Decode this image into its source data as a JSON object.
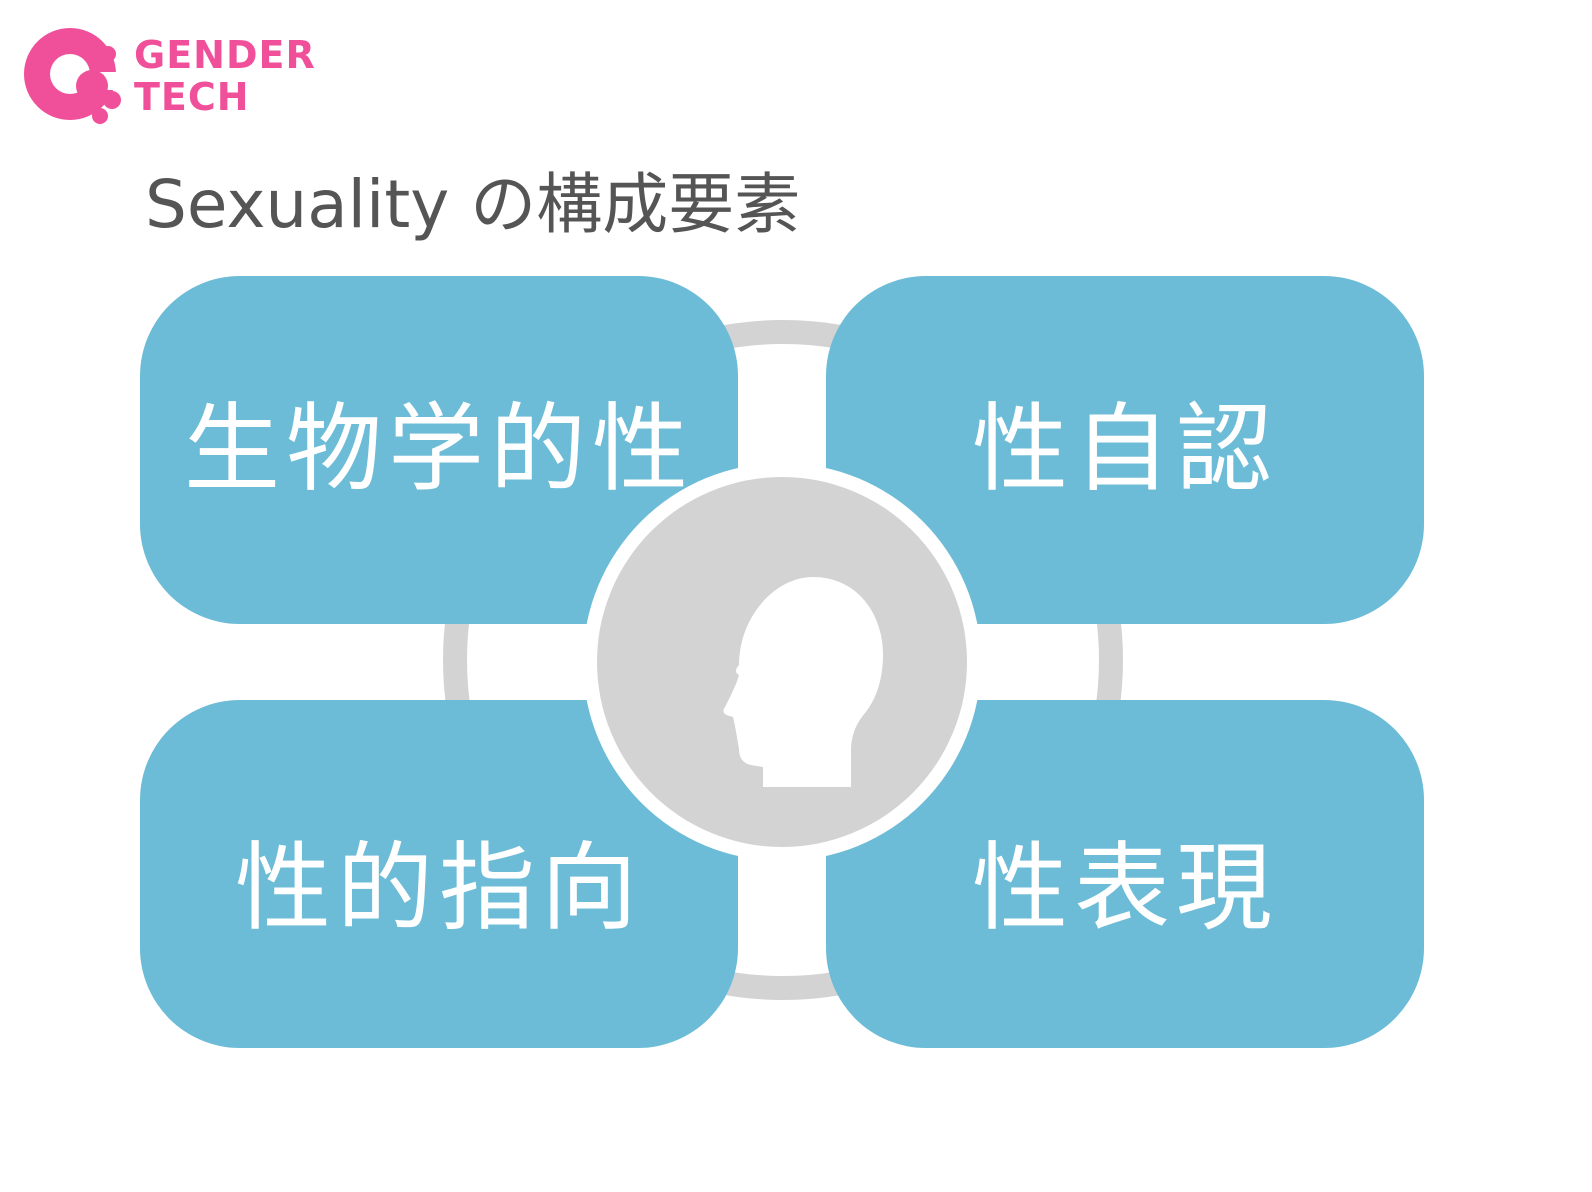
{
  "logo": {
    "line1": "GENDER",
    "line2": "TECH",
    "color": "#f0509a"
  },
  "title": "Sexuality の構成要素",
  "quadrants": {
    "top_left": "生物学的性",
    "top_right": "性自認",
    "bottom_left": "性的指向",
    "bottom_right": "性表現"
  },
  "center_icon": "head-profile-icon",
  "colors": {
    "card": "#6cbcd7",
    "ring": "#d3d3d3",
    "card_text": "#ffffff",
    "title_text": "#555555"
  }
}
